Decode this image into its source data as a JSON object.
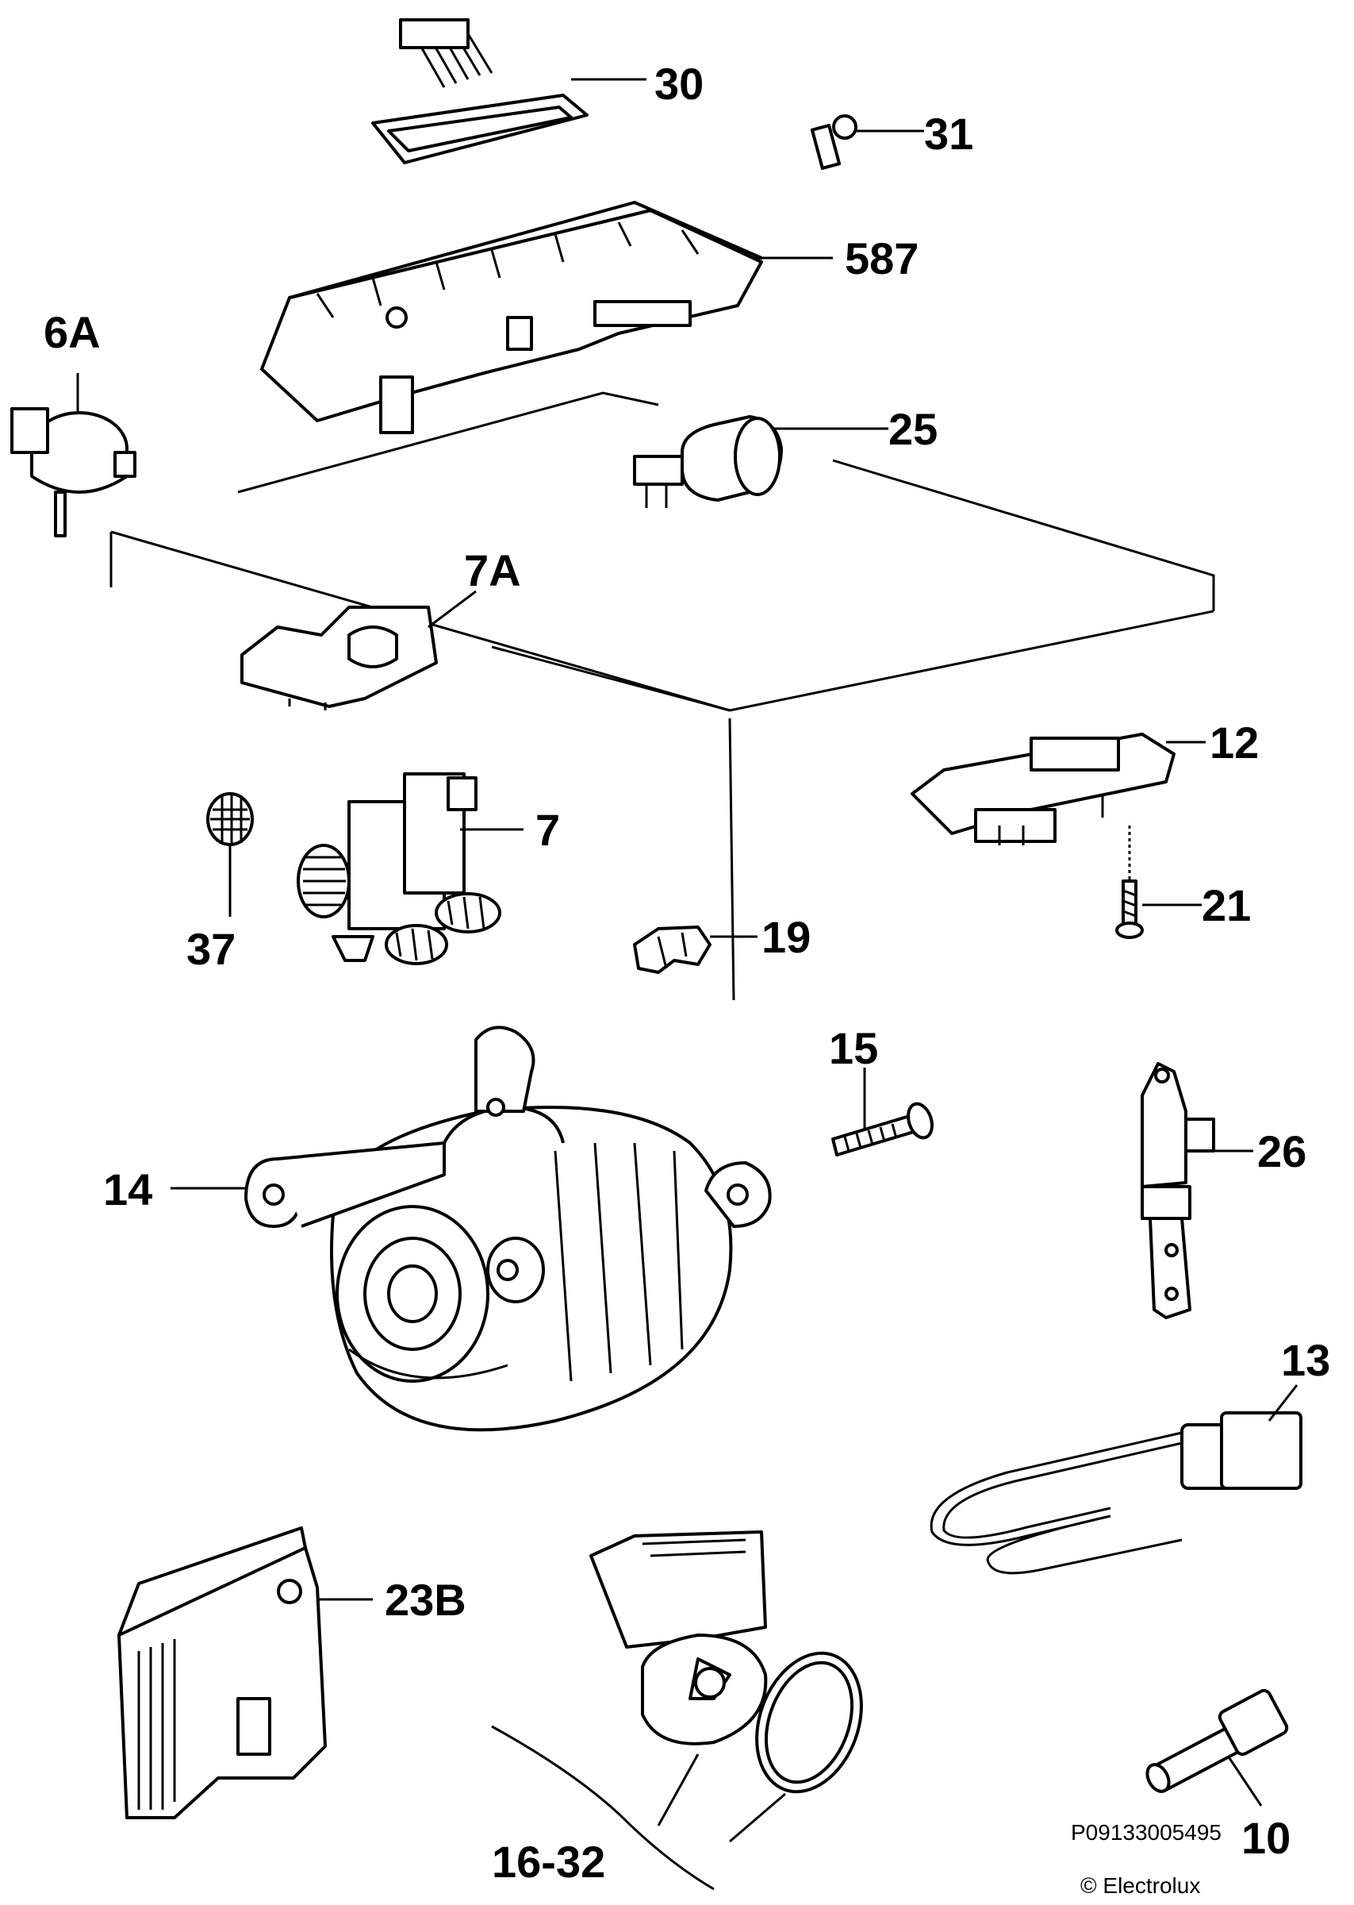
{
  "diagram": {
    "labels": {
      "p30": "30",
      "p31": "31",
      "p587": "587",
      "p6A": "6A",
      "p25": "25",
      "p7A": "7A",
      "p12": "12",
      "p7": "7",
      "p37": "37",
      "p21": "21",
      "p19": "19",
      "p15": "15",
      "p26": "26",
      "p14": "14",
      "p13": "13",
      "p23B": "23B",
      "p10": "10",
      "p16_32": "16-32"
    },
    "footer": {
      "code": "P09133005495",
      "copyright": "© Electrolux"
    }
  }
}
